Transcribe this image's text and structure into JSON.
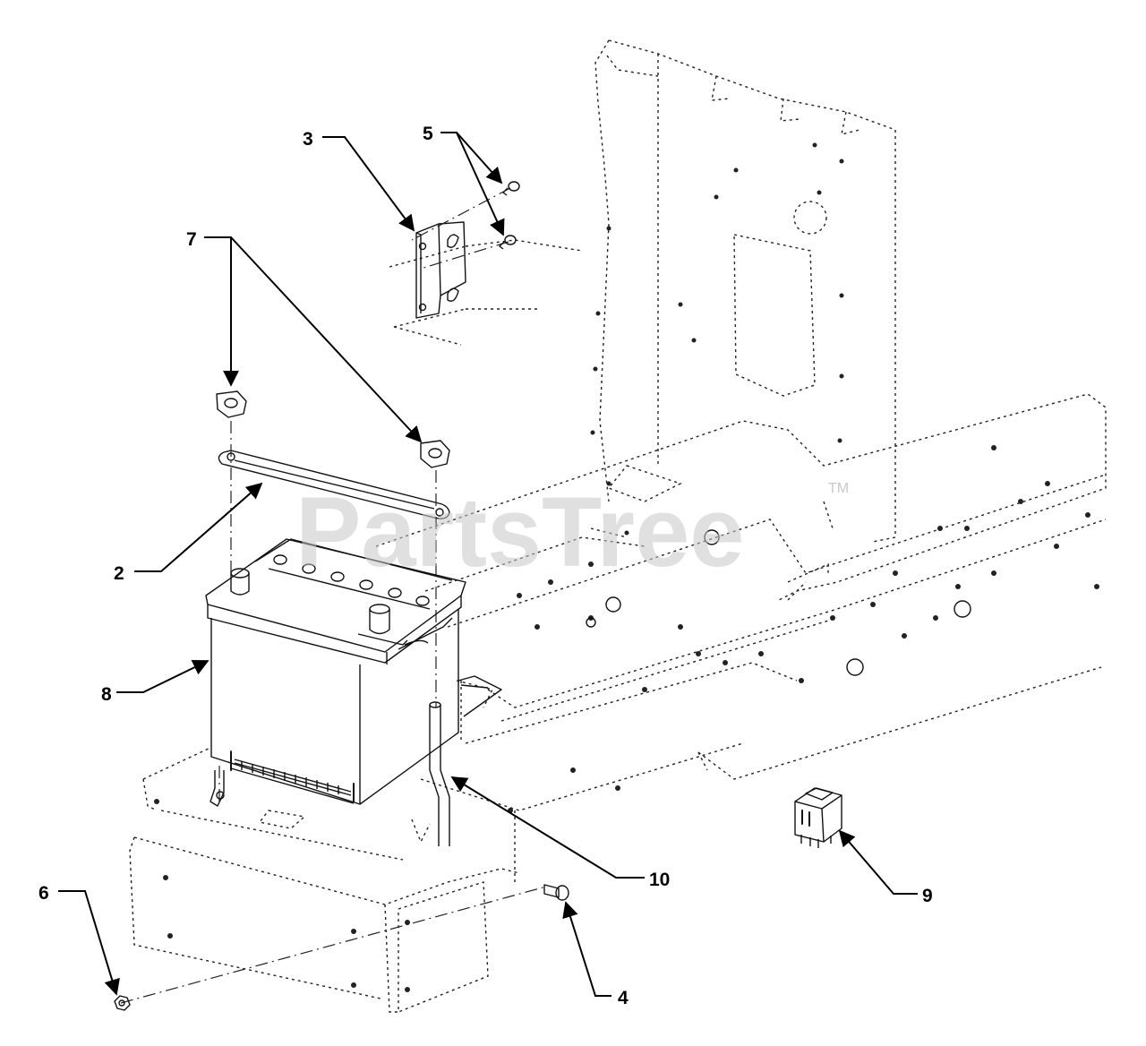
{
  "watermark": {
    "text": "PartsTree",
    "trademark": "TM"
  },
  "callouts": [
    {
      "id": "2",
      "label": "2"
    },
    {
      "id": "3",
      "label": "3"
    },
    {
      "id": "4",
      "label": "4"
    },
    {
      "id": "5",
      "label": "5"
    },
    {
      "id": "6",
      "label": "6"
    },
    {
      "id": "7",
      "label": "7"
    },
    {
      "id": "8",
      "label": "8"
    },
    {
      "id": "9",
      "label": "9"
    },
    {
      "id": "10",
      "label": "10"
    }
  ]
}
